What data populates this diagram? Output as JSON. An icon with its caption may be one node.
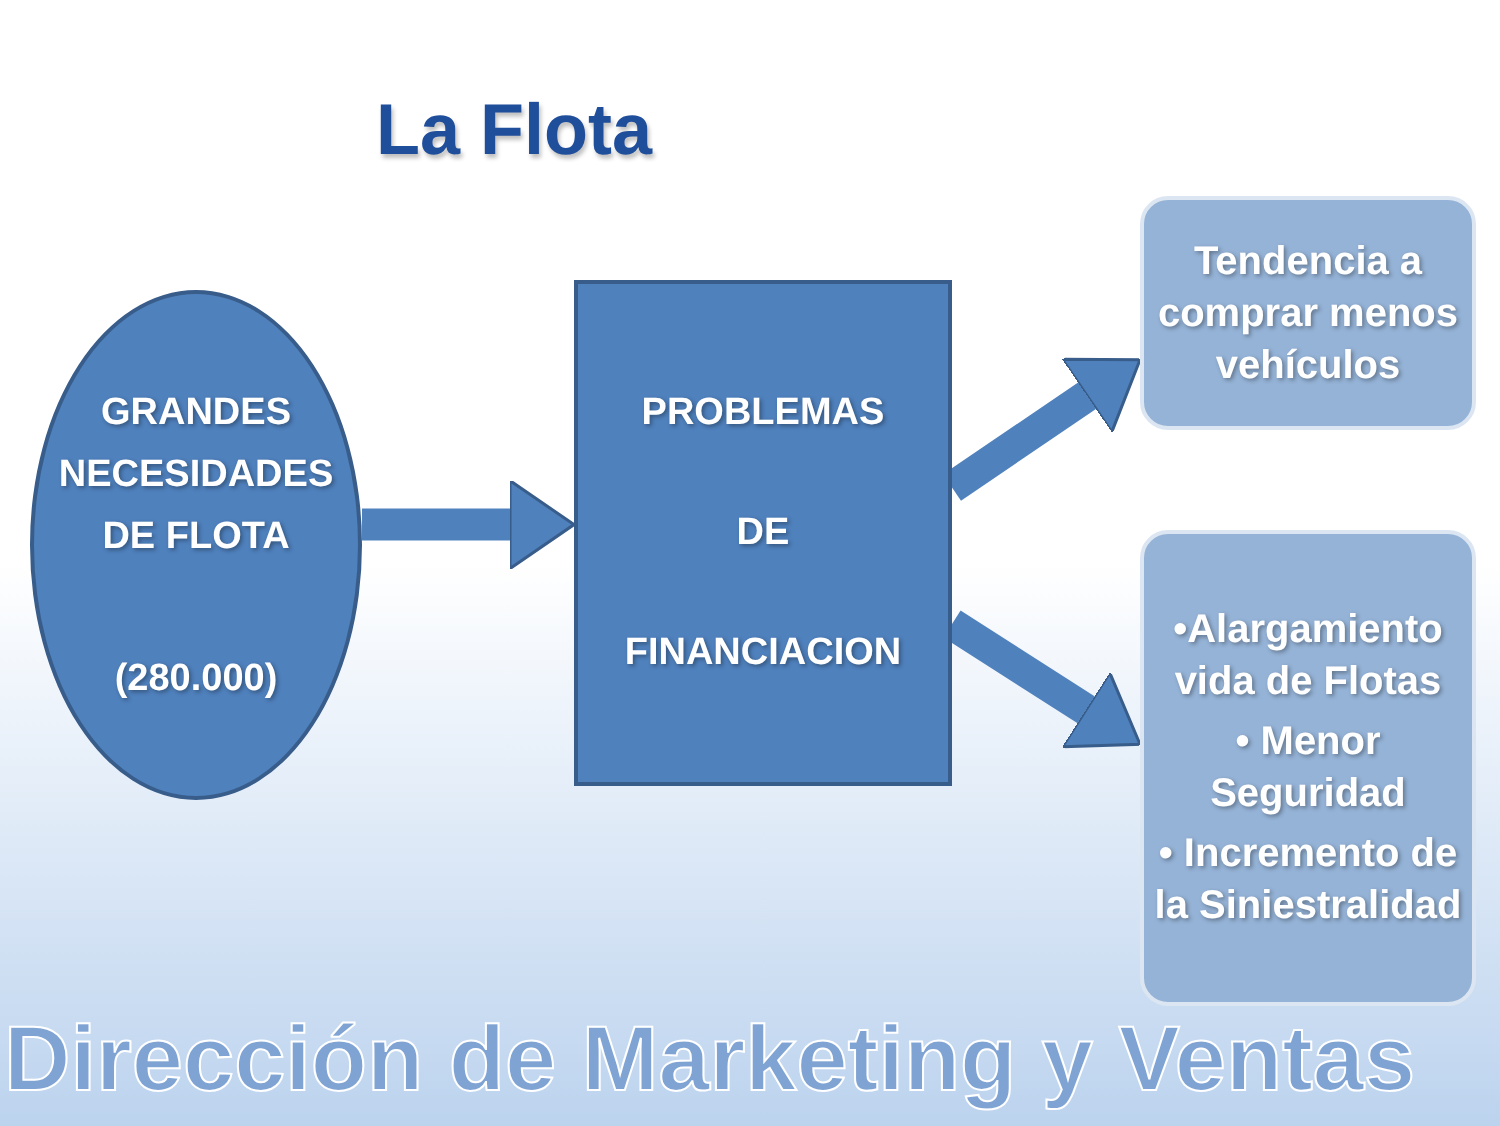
{
  "diagram": {
    "title": "La Flota",
    "nodes": [
      {
        "text": [
          "GRANDES NECESIDADES DE FLOTA",
          "(280.000)"
        ]
      },
      {
        "text": [
          "PROBLEMAS DE FINANCIACION"
        ]
      },
      {
        "text": [
          "Tendencia a comprar menos vehículos"
        ]
      },
      {
        "text": [
          "•Alargamiento vida de Flotas",
          "• Menor Seguridad",
          "• Incremento de la Siniestralidad"
        ]
      }
    ],
    "edges": [
      {
        "from": 0,
        "to": 1,
        "arrow": "to"
      },
      {
        "from": 1,
        "to": 2,
        "arrow": "to"
      },
      {
        "from": 1,
        "to": 3,
        "arrow": "to"
      }
    ],
    "labels": [
      "Dirección de Marketing y Ventas"
    ]
  }
}
